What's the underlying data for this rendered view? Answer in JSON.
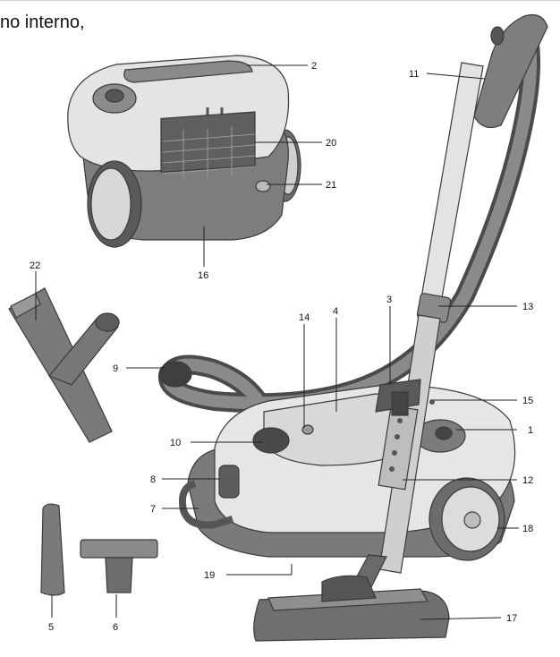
{
  "heading": "no interno,",
  "callouts": [
    {
      "id": "c1",
      "label": "1"
    },
    {
      "id": "c2",
      "label": "2"
    },
    {
      "id": "c3",
      "label": "3"
    },
    {
      "id": "c4",
      "label": "4"
    },
    {
      "id": "c5",
      "label": "5"
    },
    {
      "id": "c6",
      "label": "6"
    },
    {
      "id": "c7",
      "label": "7"
    },
    {
      "id": "c8",
      "label": "8"
    },
    {
      "id": "c9",
      "label": "9"
    },
    {
      "id": "c10",
      "label": "10"
    },
    {
      "id": "c11",
      "label": "11"
    },
    {
      "id": "c12",
      "label": "12"
    },
    {
      "id": "c13",
      "label": "13"
    },
    {
      "id": "c14",
      "label": "14"
    },
    {
      "id": "c15",
      "label": "15"
    },
    {
      "id": "c16",
      "label": "16"
    },
    {
      "id": "c17",
      "label": "17"
    },
    {
      "id": "c18",
      "label": "18"
    },
    {
      "id": "c19",
      "label": "19"
    },
    {
      "id": "c20",
      "label": "20"
    },
    {
      "id": "c21",
      "label": "21"
    },
    {
      "id": "c22",
      "label": "22"
    }
  ]
}
